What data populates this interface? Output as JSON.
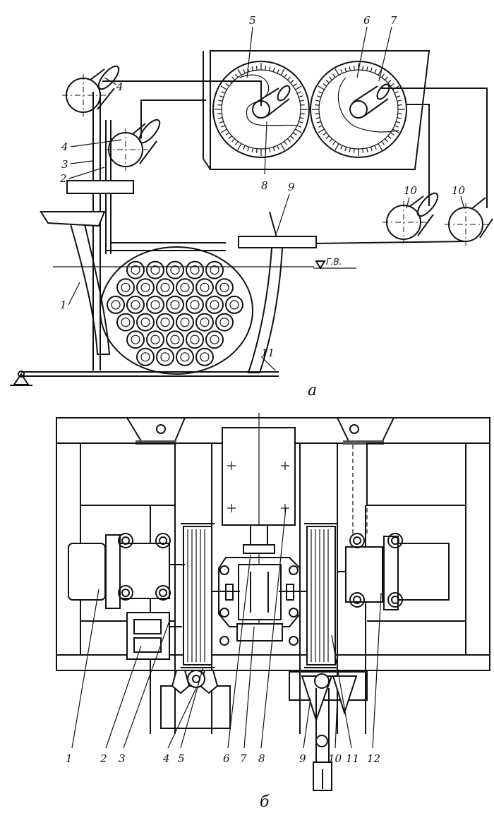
{
  "diagram_a": {
    "caption": "а",
    "water_level": "Г.В.",
    "labels": {
      "l1": "1",
      "l2": "2",
      "l3": "3",
      "l4_left": "4",
      "l4_top": "4",
      "l5": "5",
      "l6": "6",
      "l7": "7",
      "l8": "8",
      "l9": "9",
      "l10_left": "10",
      "l10_right": "10",
      "l11": "11"
    }
  },
  "diagram_b": {
    "caption": "б",
    "labels": {
      "l1": "1",
      "l2": "2",
      "l3": "3",
      "l4": "4",
      "l5": "5",
      "l6": "6",
      "l7": "7",
      "l8": "8",
      "l9": "9",
      "l10": "10",
      "l11": "11",
      "l12": "12"
    }
  }
}
